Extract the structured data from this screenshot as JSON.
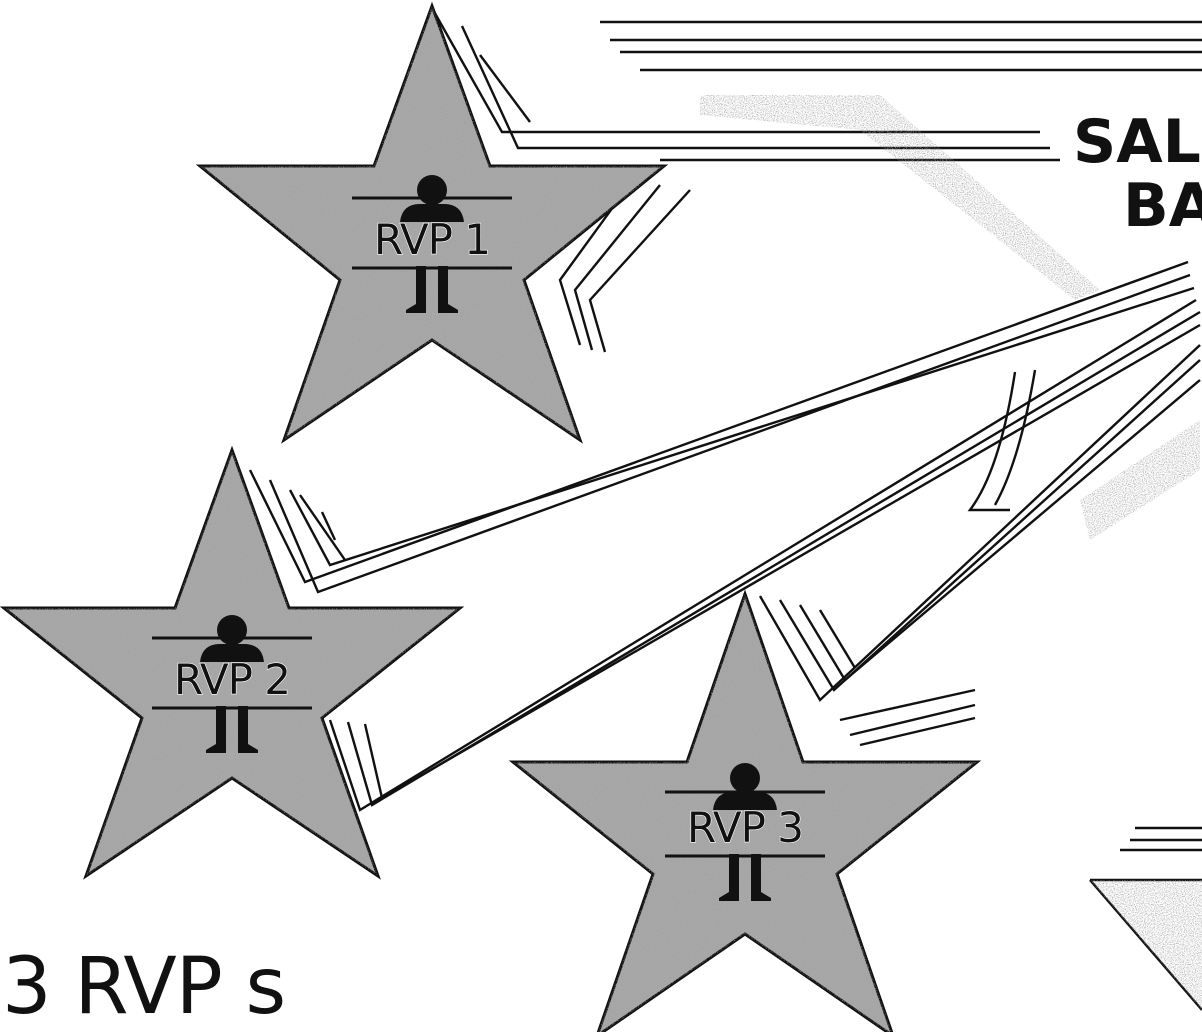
{
  "caption": "3 RVP s",
  "side_text": {
    "line1": "SAL",
    "line2": "BA"
  },
  "stars": [
    {
      "id": "rvp1",
      "label": "RVP 1"
    },
    {
      "id": "rvp2",
      "label": "RVP 2"
    },
    {
      "id": "rvp3",
      "label": "RVP 3"
    }
  ],
  "icons": [
    "person-icon"
  ],
  "colors": {
    "ink": "#111111",
    "star_fill": "#a8a8a8",
    "background": "#ffffff"
  }
}
